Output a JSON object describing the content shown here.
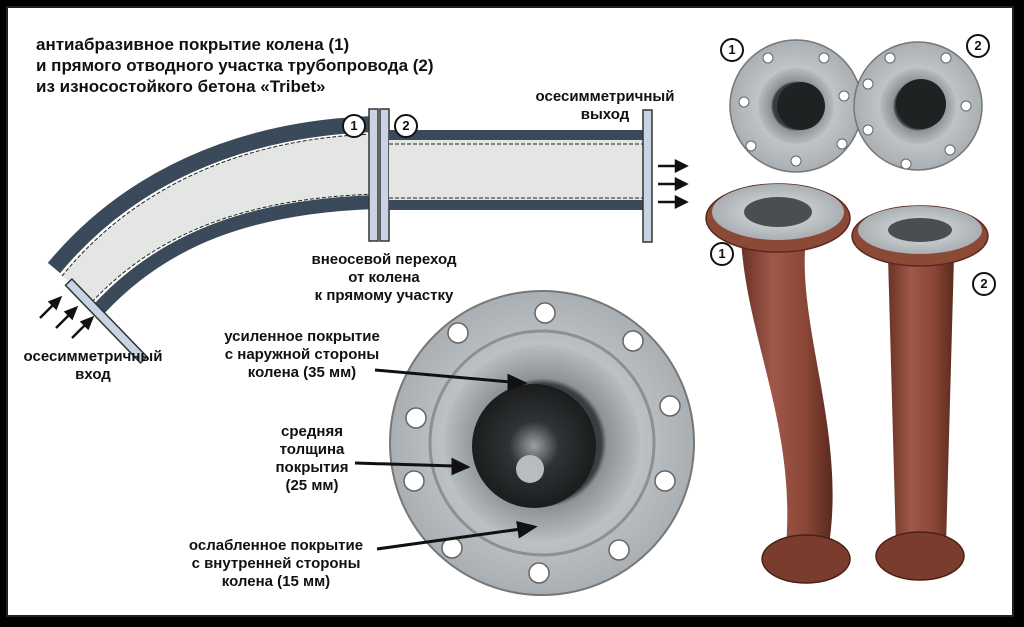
{
  "title": {
    "line1": "антиабразивное покрытие колена (1)",
    "line2": "и прямого отводного участка трубопровода (2)",
    "line3": "из износостойкого бетона «Tribet»"
  },
  "labels": {
    "inlet": [
      "осесимметричный",
      "вход"
    ],
    "outlet": [
      "осесимметричный",
      "выход"
    ],
    "transition": [
      "внеосевой переход",
      "от колена",
      "к прямому участку"
    ],
    "reinforced": [
      "усиленное покрытие",
      "с наружной стороны",
      "колена (35 мм)"
    ],
    "average": [
      "средняя",
      "толщина",
      "покрытия",
      "(25 мм)"
    ],
    "weakened": [
      "ослабленное покрытие",
      "с внутренней стороны",
      "колена (15 мм)"
    ]
  },
  "badges": {
    "one": "1",
    "two": "2"
  },
  "colors": {
    "pipe_wall": "#3a4a5a",
    "lining": "#e4e6e4",
    "flange": "#c8d4e4",
    "rust": "#8a4a36",
    "steel": "#b8bcbe"
  }
}
